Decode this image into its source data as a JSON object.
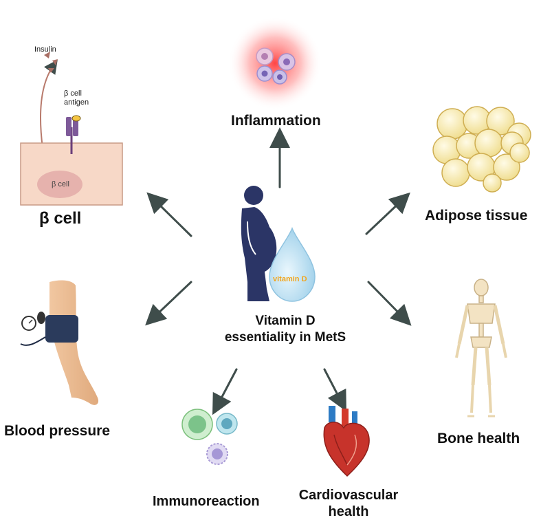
{
  "center": {
    "line1": "Vitamin D",
    "line2": "essentiality in MetS",
    "drop_label": "vitamin D"
  },
  "nodes": {
    "inflammation": "Inflammation",
    "adipose": "Adipose tissue",
    "beta_cell": "β cell",
    "bone": "Bone health",
    "blood_pressure": "Blood pressure",
    "immunoreaction": "Immunoreaction",
    "cardio_line1": "Cardiovascular",
    "cardio_line2": "health"
  },
  "beta_cell_panel": {
    "insulin": "Insulin",
    "antigen_line1": "β cell",
    "antigen_line2": "antigen",
    "cell_label": "β cell"
  },
  "colors": {
    "arrow": "#3f4d4b",
    "figure": "#2b3566",
    "drop": "#bfe3f5",
    "drop_text": "#f2a51c",
    "fat": "#f6e7a6",
    "cell_body": "#f7d8c7"
  }
}
